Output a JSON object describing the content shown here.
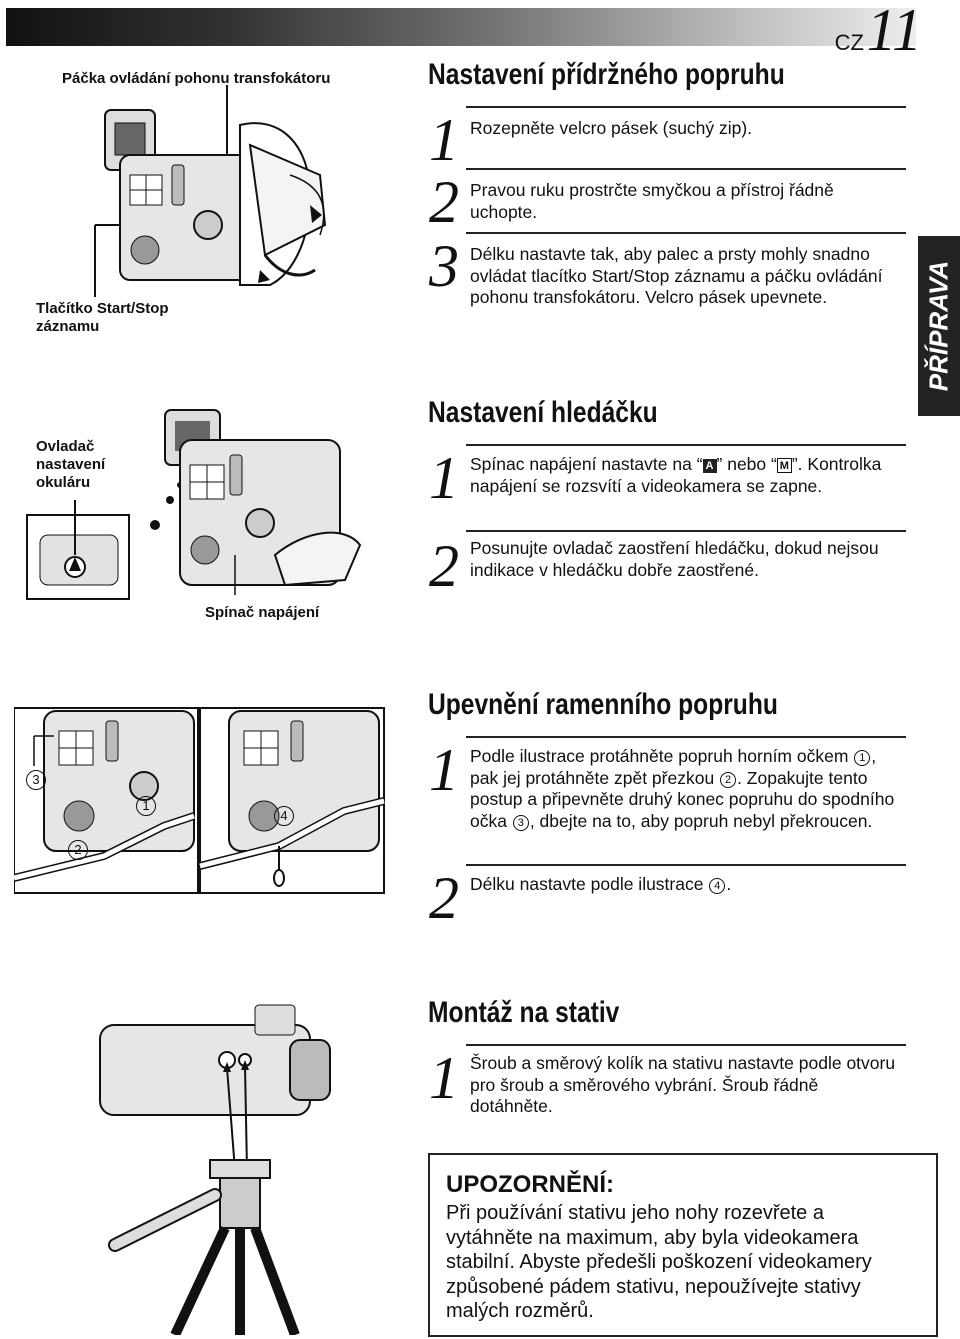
{
  "header": {
    "lang": "CZ",
    "page": "11"
  },
  "side_tab": "PŘÍPRAVA",
  "figure_labels": {
    "zoom_lever": "Páčka ovládání pohonu transfokátoru",
    "start_stop": "Tlačítko Start/Stop záznamu",
    "eyepiece": "Ovladač nastavení okuláru",
    "power_switch": "Spínač napájení",
    "callout_1": "1",
    "callout_2": "2",
    "callout_3": "3",
    "callout_4": "4"
  },
  "sections": {
    "grip": {
      "title": "Nastavení přídržného popruhu",
      "steps": [
        {
          "num": "1",
          "text": "Rozepněte velcro pásek (suchý zip)."
        },
        {
          "num": "2",
          "text": "Pravou ruku prostrčte smyčkou a přístroj řádně uchopte."
        },
        {
          "num": "3",
          "text": "Délku nastavte tak, aby palec a prsty mohly snadno ovládat tlacítko Start/Stop záznamu a páčku ovládání pohonu transfokátoru. Velcro pásek upevnete."
        }
      ]
    },
    "viewfinder": {
      "title": "Nastavení hledáčku",
      "step1_num": "1",
      "step1_a": "Spínac napájení nastavte na “",
      "step1_A": "A",
      "step1_b": "” nebo “",
      "step1_M": "M",
      "step1_c": "”. Kontrolka napájení se rozsvítí a videokamera se zapne.",
      "step2_num": "2",
      "step2": "Posunujte ovladač zaostření hledáčku, dokud nejsou indikace v hledáčku dobře zaostřené."
    },
    "shoulder": {
      "title": "Upevnění ramenního popruhu",
      "step1_num": "1",
      "s1a": "Podle ilustrace protáhněte popruh horním očkem ",
      "c1": "1",
      "s1b": ", pak jej protáhněte zpět přezkou ",
      "c2": "2",
      "s1c": ". Zopakujte tento postup a připevněte druhý konec popruhu do spodního očka ",
      "c3": "3",
      "s1d": ", dbejte na to, aby popruh nebyl překroucen.",
      "step2_num": "2",
      "s2a": "Délku nastavte podle ilustrace ",
      "c4": "4",
      "s2b": "."
    },
    "tripod": {
      "title": "Montáž na stativ",
      "step1_num": "1",
      "step1": "Šroub a směrový kolík na stativu nastavte podle otvoru pro šroub a směrového vybrání. Šroub řádně dotáhněte."
    }
  },
  "warning": {
    "title": "UPOZORNĚNÍ:",
    "body": "Při používání stativu jeho nohy rozevřete a vytáhněte na maximum, aby byla videokamera stabilní. Abyste předešli poškození videokamery způsobené pádem stativu, nepoužívejte stativy malých rozměrů."
  }
}
